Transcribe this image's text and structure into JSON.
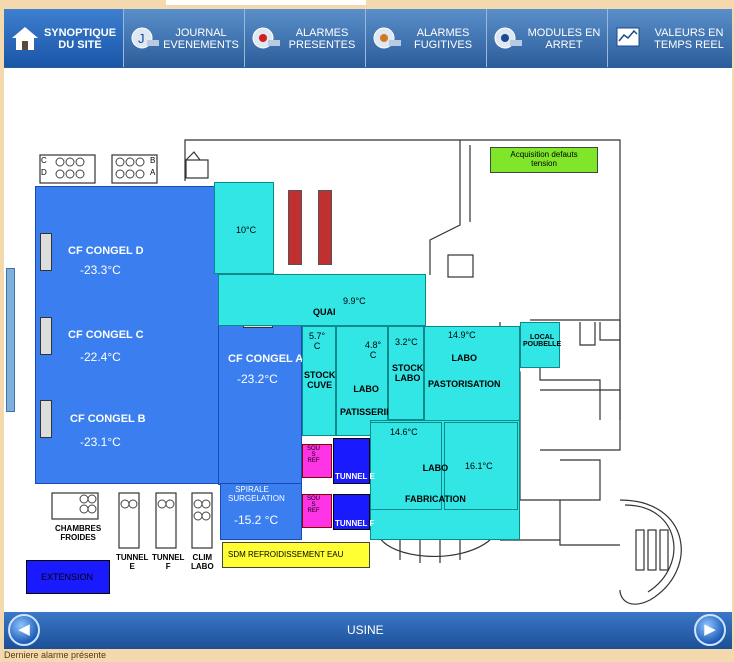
{
  "tabs": [
    {
      "label": "SYNOPTIQUE\nDU SITE",
      "icon": "house-icon",
      "active": true
    },
    {
      "label": "JOURNAL\nEVENEMENTS",
      "icon": "journal-icon",
      "active": false
    },
    {
      "label": "ALARMES\nPRESENTES",
      "icon": "alarm-icon",
      "active": false
    },
    {
      "label": "ALARMES\nFUGITIVES",
      "icon": "alarm-fugitive-icon",
      "active": false
    },
    {
      "label": "MODULES EN\nARRET",
      "icon": "module-icon",
      "active": false
    },
    {
      "label": "VALEURS EN\nTEMPS REEL",
      "icon": "monitor-icon",
      "active": false
    }
  ],
  "plan": {
    "acquisition": "Acquisition defauts\ntension",
    "cf_d": {
      "name": "CF CONGEL D",
      "temp": "-23.3°C"
    },
    "cf_c": {
      "name": "CF CONGEL C",
      "temp": "-22.4°C"
    },
    "cf_b": {
      "name": "CF CONGEL B",
      "temp": "-23.1°C"
    },
    "cf_a": {
      "name": "CF CONGEL A",
      "temp": "-23.2°C"
    },
    "room10": "10°C",
    "quai": {
      "name": "QUAI",
      "temp": "9.9°C"
    },
    "stock_cuve": {
      "name": "STOCK\nCUVE",
      "temp": "5.7°\nC"
    },
    "patisserie": {
      "name": "LABO\nPATISSERIE",
      "temp": "4.8°\nC"
    },
    "stock_labo": {
      "name": "STOCK\nLABO",
      "temp": "3.2°C"
    },
    "pastorisation": {
      "name": "LABO\nPASTORISATION",
      "temp": "14.9°C"
    },
    "local_poubelle": "LOCAL\nPOUBELLE",
    "fabrication": {
      "name": "LABO\nFABRICATION",
      "temp": "14.6°C",
      "temp2": "16.1°C"
    },
    "spirale": {
      "name": "SPIRALE\nSURGELATION",
      "temp": "-15.2 °C"
    },
    "tunnel_e": "TUNNEL E",
    "tunnel_f": "TUNNEL F",
    "sous_ref": "SOU\nS\nREF",
    "sdm": "SDM REFROIDISSEMENT EAU",
    "chambres": "CHAMBRES\nFROIDES",
    "tunnel_e_lbl": "TUNNEL\nE",
    "tunnel_f_lbl": "TUNNEL\nF",
    "clim": "CLIM\nLABO",
    "extension": "EXTENSION",
    "cd_labels": [
      "C",
      "D"
    ],
    "ba_labels": [
      "B",
      "A"
    ]
  },
  "footer": {
    "title": "USINE",
    "prev": "◀",
    "next": "▶",
    "status": "Derniere alarme présente"
  },
  "colors": {
    "blue_room": "#3a7ef0",
    "cyan_room": "#33e6e6",
    "green_box": "#7fe62a",
    "yellow_box": "#ffff33",
    "magenta": "#ff33e6",
    "dark_blue": "#1a1aff"
  }
}
